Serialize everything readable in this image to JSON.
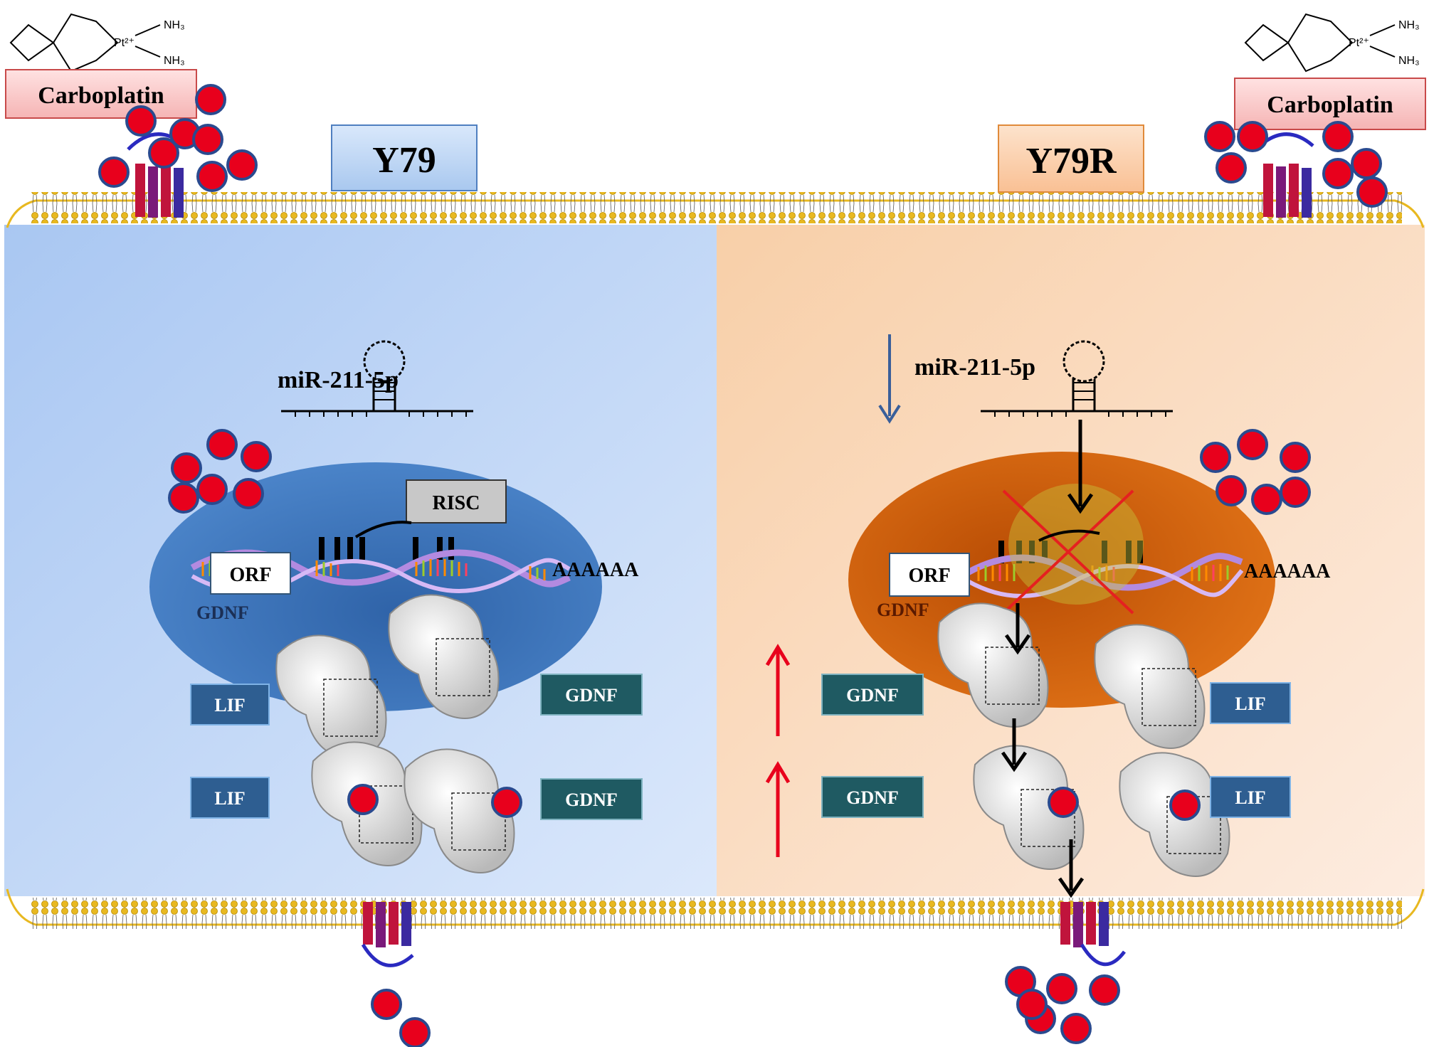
{
  "panels": {
    "left": {
      "title": "Y79",
      "fill": "#b9d3f5",
      "title_fill": "#cfe2fa"
    },
    "right": {
      "title": "Y79R",
      "fill": "#fbdcc2",
      "title_fill": "#fcd3ae"
    }
  },
  "drug": {
    "label": "Carboplatin",
    "formula_nh3_top": "NH₃",
    "formula_nh3_bottom": "NH₃",
    "formula_pt": "Pt²⁺"
  },
  "mirna": {
    "label": "miR-211-5p"
  },
  "risc": {
    "label": "RISC"
  },
  "mrna": {
    "orf": "ORF",
    "polya": "AAAAAA",
    "gene": "GDNF"
  },
  "proteins": {
    "lif": "LIF",
    "gdnf": "GDNF"
  },
  "colors": {
    "drug_particle": "#e8001c",
    "particle_ring": "#2a4a8f",
    "left_nucleus": "#3f78c0",
    "right_nucleus": "#d4600e",
    "box_left": "#2e5e91",
    "box_right": "#1f5a62",
    "up_arrow": "#e8001c",
    "down_arrow": "#3a5f9a"
  }
}
